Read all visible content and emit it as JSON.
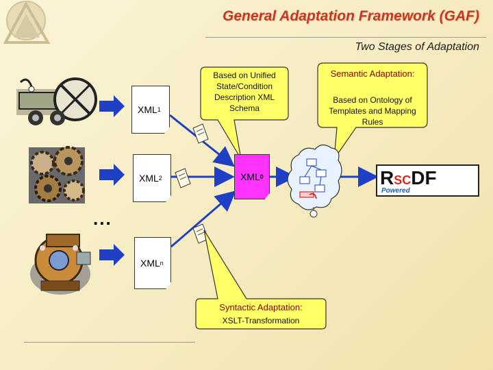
{
  "header": {
    "title": "General Adaptation Framework (GAF)",
    "subtitle": "Two Stages of Adaptation"
  },
  "documents": {
    "xml1": {
      "base": "XML",
      "sub": "1"
    },
    "xml2": {
      "base": "XML",
      "sub": "2"
    },
    "xmln": {
      "base": "XML",
      "sub": "n"
    },
    "xml0": {
      "base": "XML",
      "sub": "0"
    }
  },
  "callouts": {
    "schema": "Based on Unified State/Condition Description XML Schema",
    "semantic_title": "Semantic Adaptation:",
    "semantic_body": "Based on Ontology of Templates and Mapping Rules",
    "syntactic_title": "Syntactic Adaptation:",
    "syntactic_body": "XSLT-Transformation"
  },
  "ellipsis": "...",
  "logo": {
    "r": "R",
    "s": "S",
    "c": "C",
    "df": "DF",
    "powered": "Powered"
  },
  "colors": {
    "title": "#c0392b",
    "arrow": "#1f3fc4",
    "callout_fill": "#ffff66",
    "xml0_fill": "#ff33ff"
  },
  "icons": [
    "gaf-logo-icon",
    "machine-image",
    "gears-image",
    "pump-image",
    "scroll-icon",
    "ontology-cloud-icon",
    "rscdf-network-icon"
  ]
}
